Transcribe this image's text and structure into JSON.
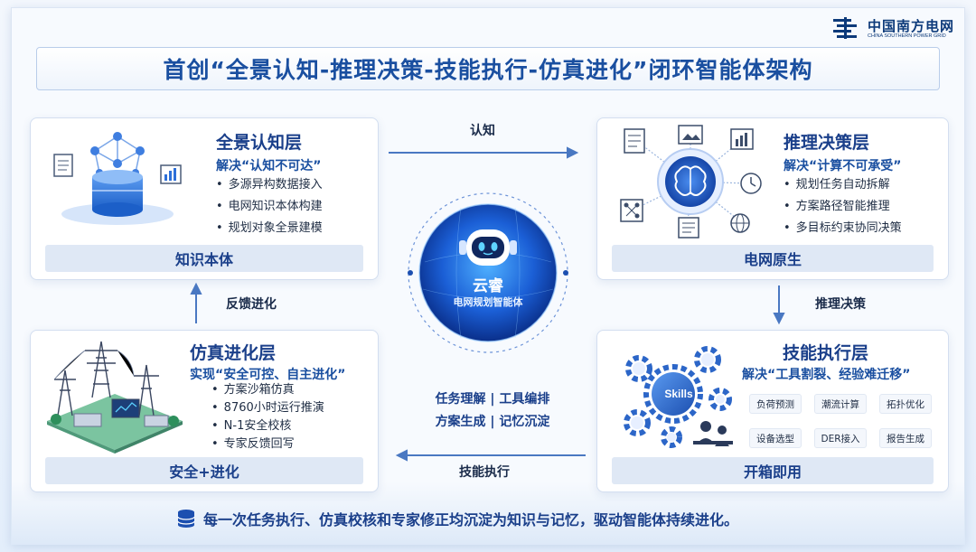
{
  "logo": {
    "name": "中国南方电网",
    "en": "CHINA SOUTHERN POWER GRID"
  },
  "title": "首创“全景认知-推理决策-技能执行-仿真进化”闭环智能体架构",
  "cards": {
    "tl": {
      "heading": "全景认知层",
      "sub": "解决“认知不可达”",
      "items": [
        "多源异构数据接入",
        "电网知识本体构建",
        "规划对象全景建模"
      ],
      "footer": "知识本体"
    },
    "tr": {
      "heading": "推理决策层",
      "sub": "解决“计算不可承受”",
      "items": [
        "规划任务自动拆解",
        "方案路径智能推理",
        "多目标约束协同决策"
      ],
      "footer": "电网原生"
    },
    "bl": {
      "heading": "仿真进化层",
      "sub": "实现“安全可控、自主进化”",
      "items": [
        "方案沙箱仿真",
        "8760小时运行推演",
        "N-1安全校核",
        "专家反馈回写"
      ],
      "footer": "安全+进化"
    },
    "br": {
      "heading": "技能执行层",
      "sub": "解决“工具割裂、经验难迁移”",
      "skills_label": "Skills",
      "tags": [
        "负荷预测",
        "潮流计算",
        "拓扑优化",
        "设备选型",
        "DER接入",
        "报告生成"
      ],
      "footer": "开箱即用"
    }
  },
  "arrows": {
    "top": "认知",
    "right": "推理决策",
    "bottom": "技能执行",
    "left": "反馈进化"
  },
  "center": {
    "title": "云睿",
    "subtitle": "电网规划智能体",
    "capabilities": [
      "任务理解 | 工具编排",
      "方案生成 | 记忆沉淀"
    ]
  },
  "bottom_note": "每一次任务执行、仿真校核和专家修正均沉淀为知识与记忆，驱动智能体持续进化。",
  "colors": {
    "primary": "#1a4fa0",
    "heading": "#1a3f8a",
    "footer_bg": "#dfe8f5",
    "arrow": "#4a78c2"
  }
}
